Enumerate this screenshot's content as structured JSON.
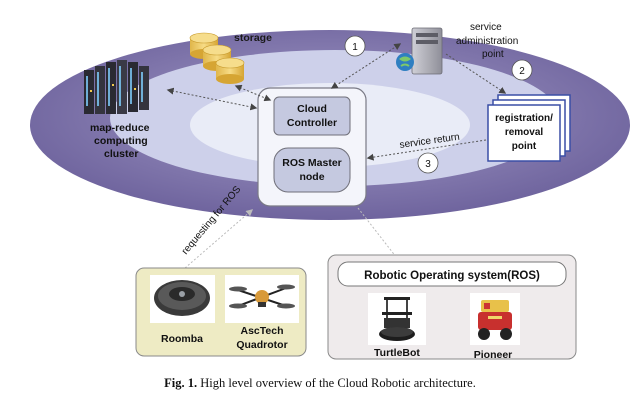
{
  "labels": {
    "storage": "storage",
    "service_admin_1": "service",
    "service_admin_2": "administration",
    "service_admin_3": "point",
    "map_reduce_1": "map-reduce",
    "map_reduce_2": "computing",
    "map_reduce_3": "cluster",
    "cloud_controller_1": "Cloud",
    "cloud_controller_2": "Controller",
    "ros_master_1": "ROS Master",
    "ros_master_2": "node",
    "registration_1": "registration/",
    "registration_2": "removal",
    "registration_3": "point",
    "service_return": "service return",
    "requesting_for_ros": "requesting for ROS",
    "step_1": "1",
    "step_2": "2",
    "step_3": "3",
    "roomba": "Roomba",
    "asctech_1": "AscTech",
    "asctech_2": "Quadrotor",
    "ros_title": "Robotic Operating system(ROS)",
    "turtlebot": "TurtleBot",
    "pioneer": "Pioneer"
  },
  "caption": {
    "prefix": "Fig. 1.",
    "text": "High level overview of the Cloud Robotic architecture."
  },
  "colors": {
    "outer_ellipse": "#6e639e",
    "inner_ellipse": "#c9cce6",
    "center_ellipse": "#e8ebf6",
    "box_fill": "#c5c9e0",
    "robot_panel_left": "#f0edc8",
    "robot_panel_right": "#f0ecee",
    "panel_border": "#8a8a8a"
  }
}
